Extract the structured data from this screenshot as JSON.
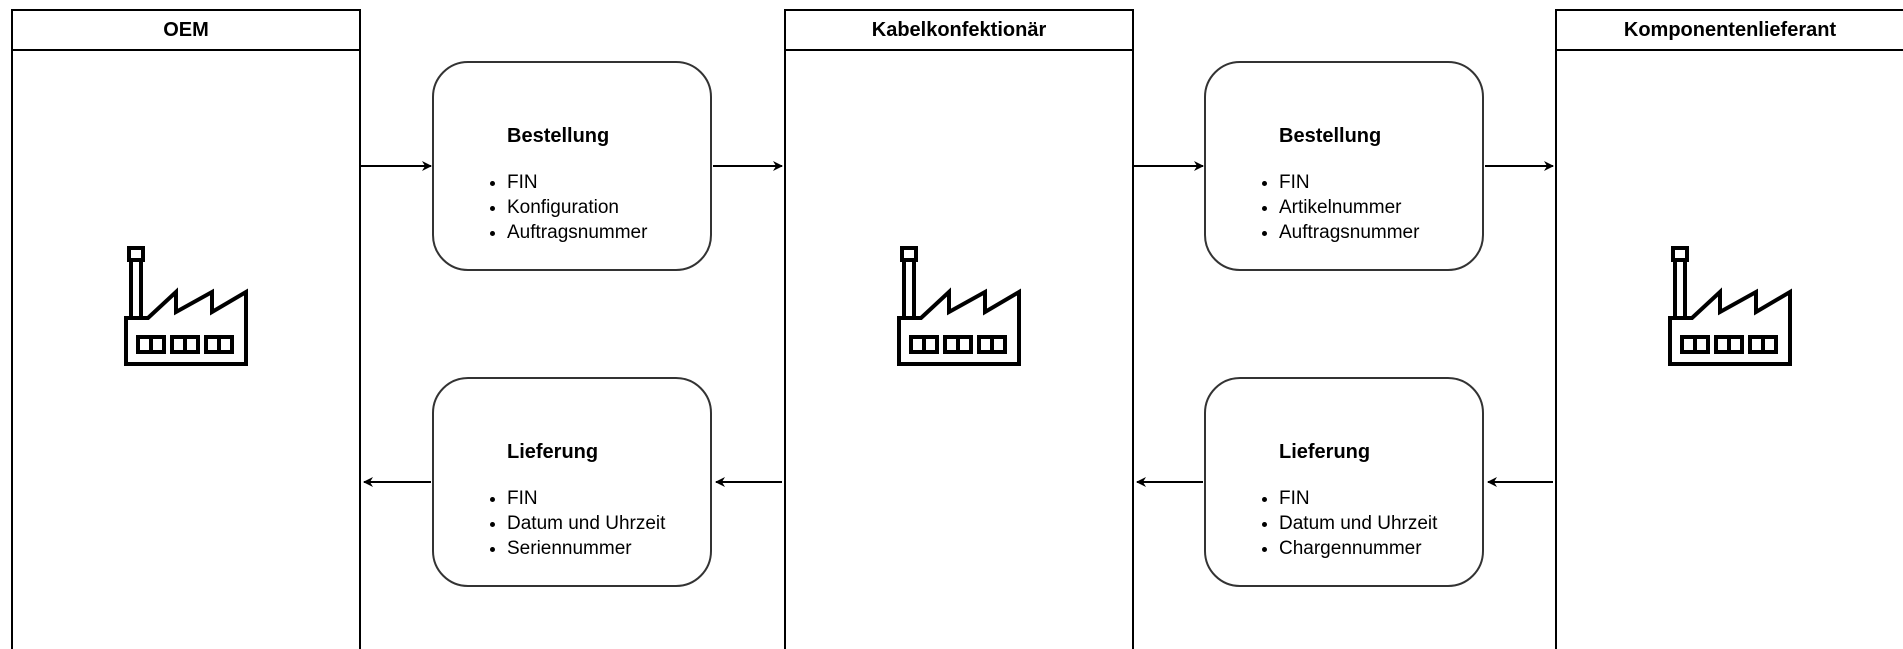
{
  "lanes": [
    {
      "title": "OEM"
    },
    {
      "title": "Kabelkonfektionär"
    },
    {
      "title": "Komponentenlieferant"
    }
  ],
  "boxes": {
    "order1": {
      "title": "Bestellung",
      "items": [
        "FIN",
        "Konfiguration",
        "Auftragsnummer"
      ]
    },
    "order2": {
      "title": "Bestellung",
      "items": [
        "FIN",
        "Artikelnummer",
        "Auftragsnummer"
      ]
    },
    "delivery1": {
      "title": "Lieferung",
      "items": [
        "FIN",
        "Datum und Uhrzeit",
        "Seriennummer"
      ]
    },
    "delivery2": {
      "title": "Lieferung",
      "items": [
        "FIN",
        "Datum und Uhrzeit",
        "Chargennummer"
      ]
    }
  },
  "icons": {
    "factory": "factory-icon"
  }
}
